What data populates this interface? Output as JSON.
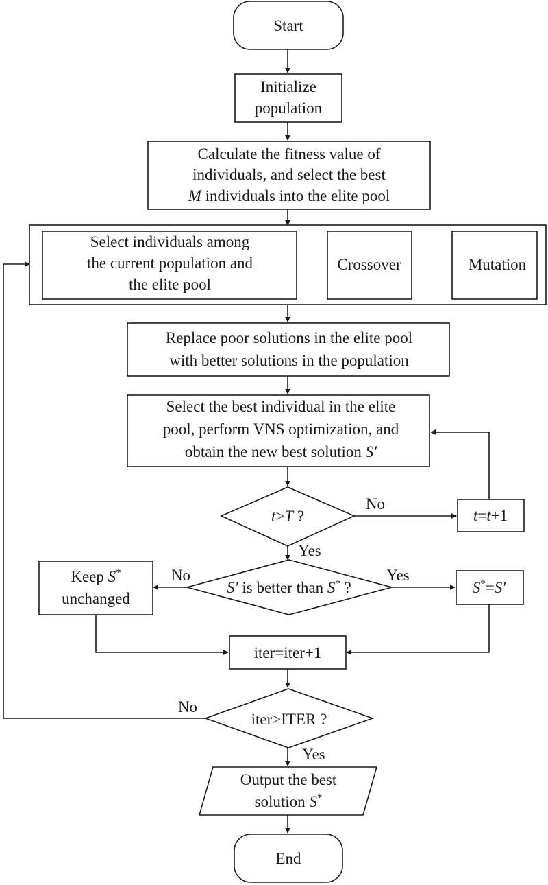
{
  "nodes": {
    "start": {
      "label": "Start"
    },
    "init": {
      "line1": "Initialize",
      "line2": "population"
    },
    "fitness": {
      "line1": "Calculate the fitness value of",
      "line2": "individuals, and select the best",
      "line3_var": "M",
      "line3_rest": " individuals into the elite pool"
    },
    "select": {
      "line1": "Select individuals among",
      "line2": "the current population and",
      "line3": "the elite pool"
    },
    "crossover": {
      "label": "Crossover"
    },
    "mutation": {
      "label": "Mutation"
    },
    "replace": {
      "line1": "Replace poor solutions in the elite pool",
      "line2": "with better solutions in the population"
    },
    "vns": {
      "line1": "Select the best individual in the elite",
      "line2": "pool, perform VNS optimization, and",
      "line3": "obtain the new best solution ",
      "line3_var": "S′"
    },
    "cond_t": {
      "var1": "t",
      "op": ">",
      "var2": "T",
      "suffix": " ?"
    },
    "t_inc": {
      "var1": "t",
      "eq": "=",
      "var2": "t",
      "suffix": "+1"
    },
    "cond_s": {
      "var1": "S′",
      "mid": " is better than ",
      "var2": "S",
      "sup": "*",
      "suffix": " ?"
    },
    "keep": {
      "line1_pre": "Keep ",
      "line1_var": "S",
      "line1_sup": "*",
      "line2": "unchanged"
    },
    "assign": {
      "var1": "S",
      "sup": "*",
      "eq": "=",
      "var2": "S′"
    },
    "iter_inc": {
      "label": "iter=iter+1"
    },
    "cond_iter": {
      "label": "iter>ITER ?"
    },
    "output": {
      "line1": "Output the best",
      "line2_pre": "solution ",
      "line2_var": "S",
      "line2_sup": "*"
    },
    "end": {
      "label": "End"
    }
  },
  "edge_labels": {
    "t_no": "No",
    "t_yes": "Yes",
    "s_no": "No",
    "s_yes": "Yes",
    "iter_no": "No",
    "iter_yes": "Yes"
  }
}
